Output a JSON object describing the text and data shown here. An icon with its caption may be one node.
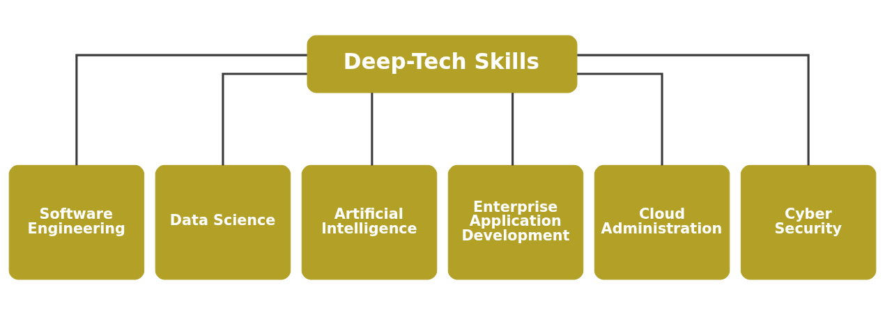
{
  "diagram": {
    "nodes": [
      {
        "text": [
          "Deep-Tech Skills"
        ]
      },
      {
        "text": [
          "Software Engineering"
        ]
      },
      {
        "text": [
          "Data Science"
        ]
      },
      {
        "text": [
          "Artificial Intelligence"
        ]
      },
      {
        "text": [
          "Enterprise Application Development"
        ]
      },
      {
        "text": [
          "Cloud Administration"
        ]
      },
      {
        "text": [
          "Cyber Security"
        ]
      }
    ],
    "edges": [
      {
        "from": 0,
        "to": 1,
        "arrow": "none"
      },
      {
        "from": 0,
        "to": 2,
        "arrow": "none"
      },
      {
        "from": 0,
        "to": 3,
        "arrow": "none"
      },
      {
        "from": 0,
        "to": 4,
        "arrow": "none"
      },
      {
        "from": 0,
        "to": 5,
        "arrow": "none"
      },
      {
        "from": 0,
        "to": 6,
        "arrow": "none"
      }
    ]
  }
}
